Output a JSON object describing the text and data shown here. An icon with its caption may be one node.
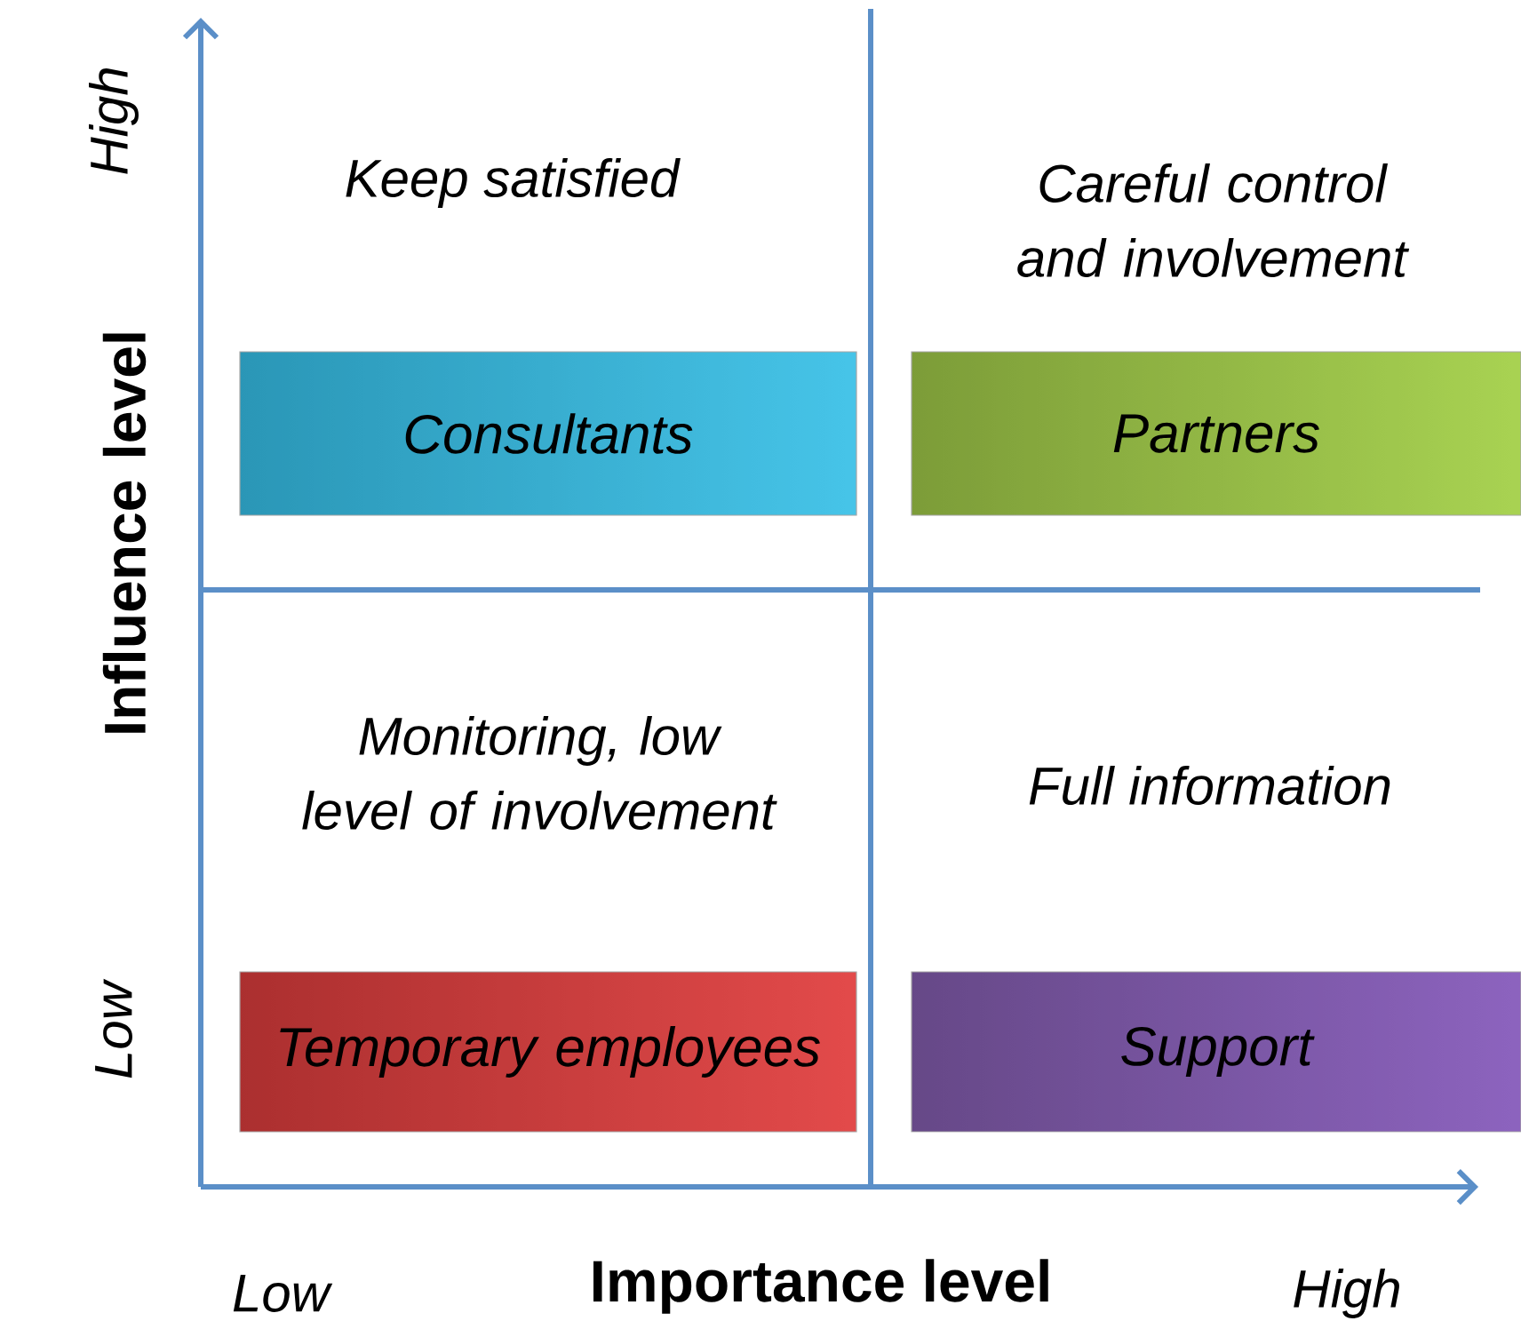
{
  "diagram": {
    "nodes": [
      {
        "text": [
          "Consultants"
        ]
      },
      {
        "text": [
          "Partners"
        ]
      },
      {
        "text": [
          "Temporary employees"
        ]
      },
      {
        "text": [
          "Support"
        ]
      }
    ],
    "labels": [
      "High",
      "Keep satisfied",
      "Careful control and involvement",
      "Influence level",
      "Monitoring, low level of involvement",
      "Full information",
      "Low",
      "Low",
      "Importance level",
      "High"
    ]
  }
}
